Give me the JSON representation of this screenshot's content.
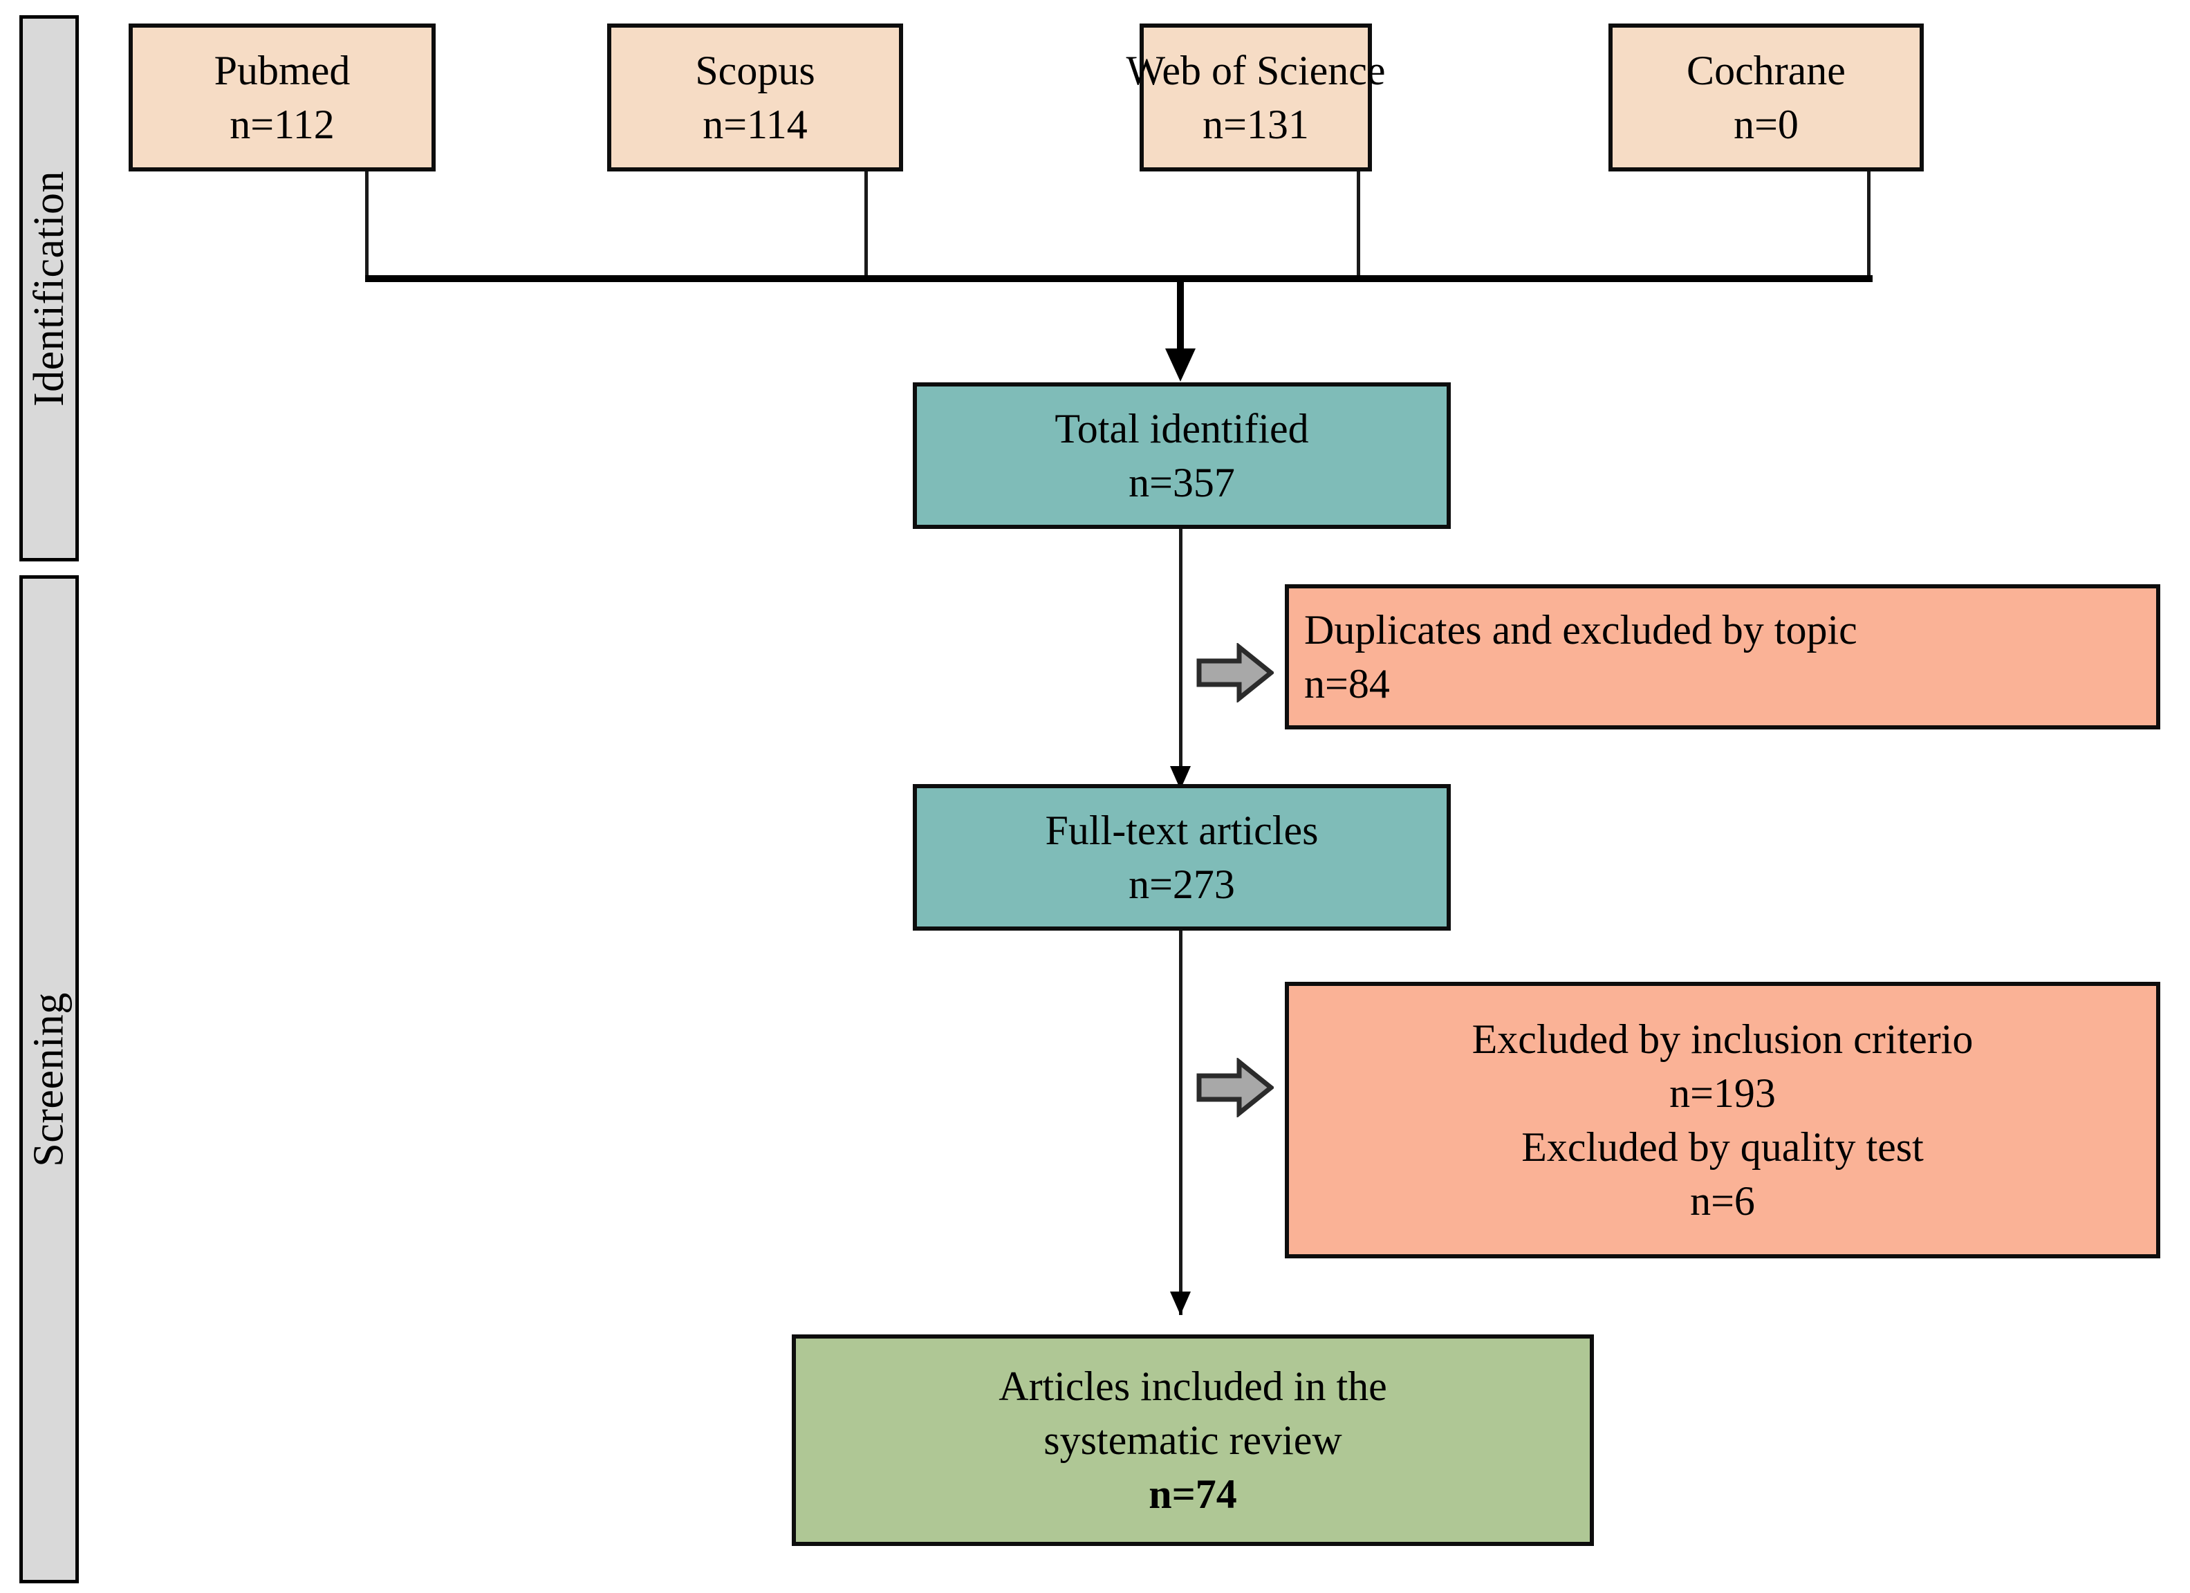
{
  "diagram": {
    "title": "PRISMA study selection flow diagram",
    "stages": [
      {
        "id": "identification",
        "label": "Identification"
      },
      {
        "id": "screening",
        "label": "Screening"
      }
    ],
    "sources": [
      {
        "id": "pubmed",
        "name": "Pubmed",
        "count": "n=112"
      },
      {
        "id": "scopus",
        "name": "Scopus",
        "count": "n=114"
      },
      {
        "id": "wos",
        "name": "Web of Science",
        "count": "n=131"
      },
      {
        "id": "cochrane",
        "name": "Cochrane",
        "count": "n=0"
      }
    ],
    "nodes": {
      "total_identified": {
        "label": "Total identified",
        "count": "n=357"
      },
      "fulltext": {
        "label": "Full-text articles",
        "count": "n=273"
      },
      "included": {
        "label_line1": "Articles included in the",
        "label_line2": "systematic review",
        "count": "n=74"
      }
    },
    "exclusions": [
      {
        "id": "duplicates",
        "lines": [
          "Duplicates and excluded by topic",
          "n=84"
        ]
      },
      {
        "id": "criteria-quality",
        "lines": [
          "Excluded by inclusion criterio",
          "n=193",
          "Excluded by quality test",
          "n=6"
        ]
      }
    ],
    "icons": {
      "exclusion_arrow": "block-arrow-right-icon",
      "flow_arrow": "arrow-down-icon"
    },
    "colors": {
      "source_box": "#f6dcc5",
      "retained_box": "#7fbcb8",
      "excluded_box": "#fab296",
      "included_box": "#afc795",
      "stage_box": "#d9d9d9",
      "border": "#0d0d0d",
      "arrow_fill": "#a8a8a8"
    }
  }
}
